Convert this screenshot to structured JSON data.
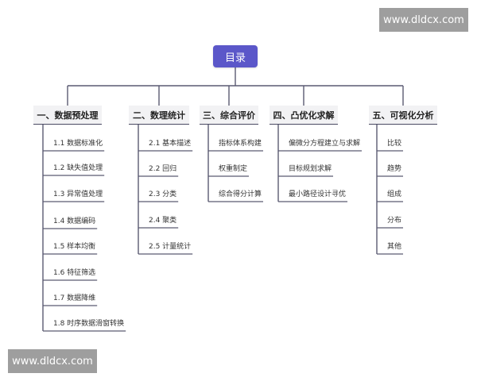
{
  "watermarks": {
    "top": "www.dldcx.com",
    "bottom": "www.dldcx.com"
  },
  "root": {
    "label": "目录",
    "color": "#5b57c9"
  },
  "categories": [
    {
      "label": "一、数据预处理",
      "items": [
        "1.1 数据标准化",
        "1.2 缺失值处理",
        "1.3 异常值处理",
        "1.4 数据编码",
        "1.5 样本均衡",
        "1.6 特征筛选",
        "1.7 数据降维",
        "1.8 时序数据滑窗转换"
      ]
    },
    {
      "label": "二、数理统计",
      "items": [
        "2.1 基本描述",
        "2.2 回归",
        "2.3 分类",
        "2.4 聚类",
        "2.5 计量统计"
      ]
    },
    {
      "label": "三、综合评价",
      "items": [
        "指标体系构建",
        "权重制定",
        "综合得分计算"
      ]
    },
    {
      "label": "四、凸优化求解",
      "items": [
        "偏微分方程建立与求解",
        "目标规划求解",
        "最小路径设计寻优"
      ]
    },
    {
      "label": "五、可视化分析",
      "items": [
        "比较",
        "趋势",
        "组成",
        "分布",
        "其他"
      ]
    }
  ]
}
